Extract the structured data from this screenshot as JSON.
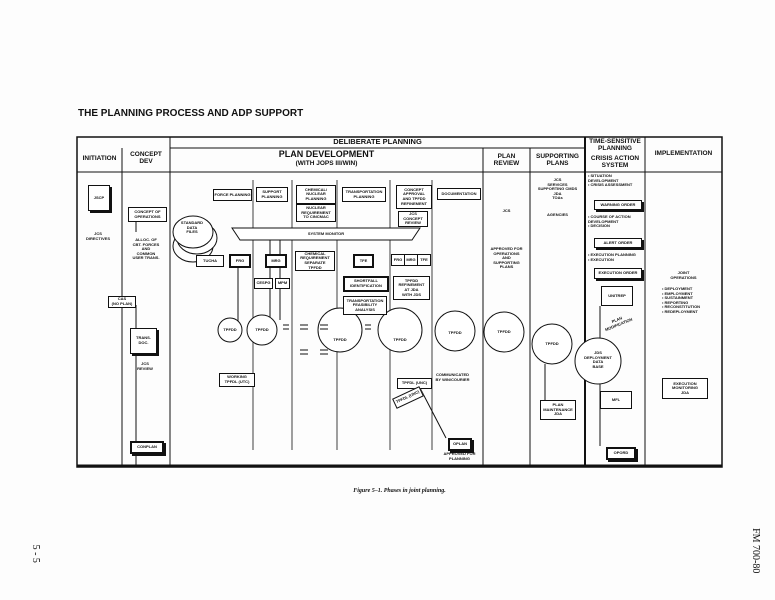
{
  "page": {
    "title": "THE PLANNING PROCESS AND ADP SUPPORT",
    "caption": "Figure 5–1. Phases in joint planning.",
    "page_number": "5 - 5",
    "doc_id": "FM 700-80"
  },
  "headers": {
    "deliberate": "DELIBERATE PLANNING",
    "initiation": "INITIATION",
    "concept_dev": "CONCEPT\nDEV",
    "plan_dev": "PLAN DEVELOPMENT",
    "plan_dev_sub": "(WITH JOPS III/WIN)",
    "plan_review": "PLAN\nREVIEW",
    "supporting_plans": "SUPPORTING\nPLANS",
    "time_sensitive": "TIME-SENSITIVE\nPLANNING",
    "crisis_action": "CRISIS ACTION\nSYSTEM",
    "implementation": "IMPLEMENTATION"
  },
  "initiation": {
    "jscp": "JSCP",
    "directives": "JCS\nDIRECTIVES",
    "cas": "CAS\n(NO PLAN)"
  },
  "concept": {
    "concept_ops": "CONCEPT OF\nOPERATIONS",
    "alloc": "ALLOC. OF\nCBT. FORCES\nAND\nCOMMON\nUSER TRANS.",
    "trans_doc": "TRANS.\nDOC.",
    "jcs_review": "JCS\nREVIEW",
    "conplan": "CONPLAN"
  },
  "plandev": {
    "force_planning": "FORCE PLANNING",
    "support_planning": "SUPPORT\nPLANNING",
    "chem_planning": "CHEMICAL/\nNUCLEAR\nPLANNING",
    "nuclear_req": "NUCLEAR\nREQUIREMENT\nTO CINCMAC",
    "transport_planning": "TRANSPORTATION\nPLANNING",
    "concept_approval": "CONCEPT\nAPPROVAL\nAND TPFDD\nREFINEMENT",
    "jcs_concept_review": "JCS\nCONCEPT\nREVIEW",
    "documentation": "DOCUMENTATION",
    "standard_data": "STANDARD\nDATA\nFILES",
    "tucha": "TUCHA",
    "system_monitor": "SYSTEM MONITOR",
    "frg": "FRG",
    "mrg": "MRG",
    "chem_req": "CHEMICAL\nREQUIREMENT\nSEPARATE\nTPFDD",
    "tfe": "TFE",
    "cespg": "CESPG",
    "mpm": "MPM",
    "shortfall": "SHORTFALL\nIDENTIFICATION",
    "feasibility": "TRANSPORTATION\nFEASIBILITY\nANALYSIS",
    "refinement": "TPFDD\nREFINEMENT\nAT JDA\nWITH JDS",
    "tpfdd": "TPFDD",
    "working_tpfdl": "WORKING\nTPFDL (UTC)",
    "tpfdl_unc": "TPFDL (UNC)",
    "tpfdl_unc2": "TPFDL (UNC)",
    "communicated": "COMMUNICATED\nBY WIN/COURIER",
    "oplan": "OPLAN",
    "approved_planning": "APPROVED FOR\nPLANNING"
  },
  "review": {
    "jcs": "JCS",
    "approved": "APPROVED FOR\nOPERATIONS\nAND\nSUPPORTING\nPLANS"
  },
  "supporting": {
    "list": "JCS\nSERVICES\nSUPPORTING CMDS\nJDA\nTOAs",
    "agencies": "AGENCIES",
    "plan_maintenance": "PLAN\nMAINTENANCE\nJDA"
  },
  "crisis": {
    "steps1": "• SITUATION\n DEVELOPMENT\n• CRISIS ASSESSMENT",
    "warning": "WARNING ORDER",
    "steps2": "• COURSE OF ACTION\n DEVELOPMENT\n• DECISION",
    "alert": "ALERT ORDER",
    "steps3": "• EXECUTION PLANNING\n• EXECUTION",
    "execution": "EXECUTION ORDER",
    "unitrep": "UNITREP",
    "plan_mod": "PLAN\nMODIFICATION",
    "jds": "JDS\nDEPLOYMENT\nDATA\nBASE",
    "mfl": "MFL",
    "opord": "OPORD"
  },
  "implementation": {
    "joint_ops": "JOINT\nOPERATIONS",
    "list": "• DEPLOYMENT\n• EMPLOYMENT\n• SUSTAINMENT\n• REPORTING\n• RECONSTITUTION\n• REDEPLOYMENT",
    "monitoring": "EXECUTION\nMONITORING\nJDA"
  }
}
